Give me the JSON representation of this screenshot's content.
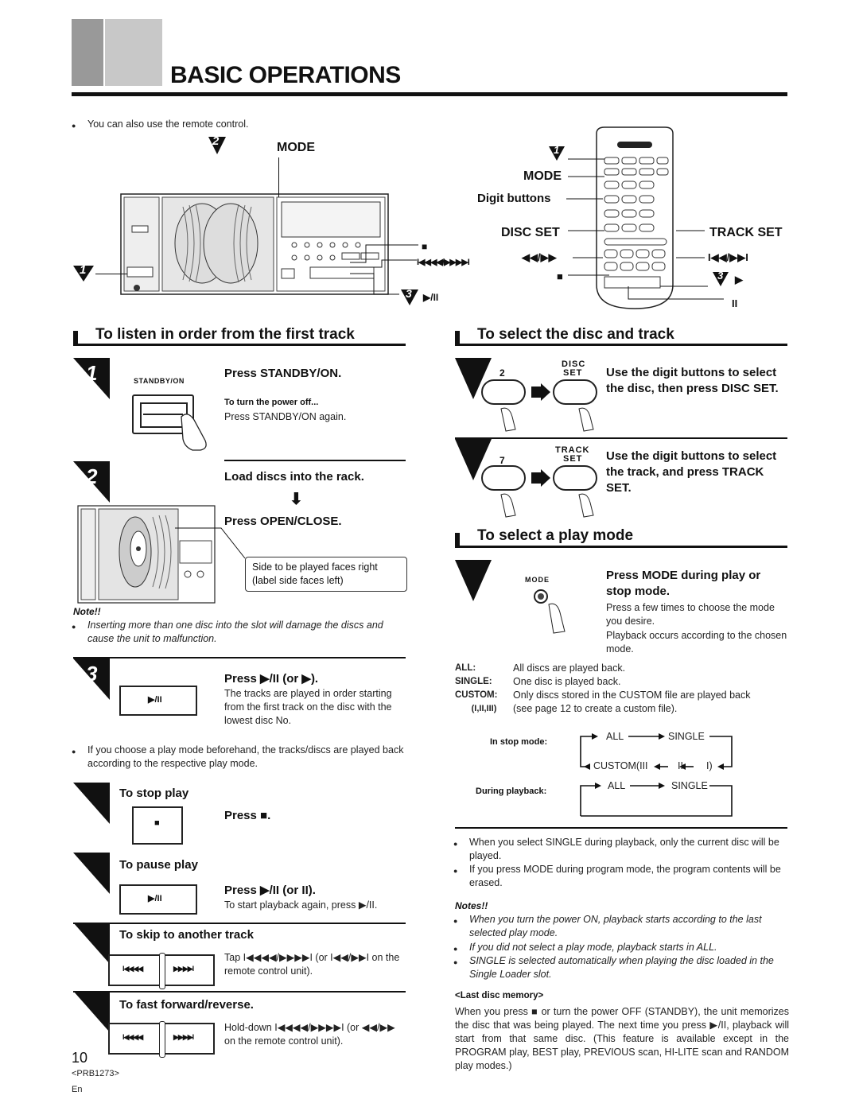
{
  "header": {
    "title": "BASIC OPERATIONS"
  },
  "intro": {
    "remote_note": "You can also use the remote control."
  },
  "device_callouts": {
    "mode_step": "2",
    "mode_label": "MODE",
    "standby_step": "1",
    "stop_symbol": "■",
    "skip_symbol": "I◀◀◀◀/▶▶▶▶I",
    "play_step": "3",
    "play_symbol": "▶/II"
  },
  "remote_callouts": {
    "step1": "1",
    "mode": "MODE",
    "digit_buttons": "Digit buttons",
    "disc_set": "DISC SET",
    "track_set": "TRACK SET",
    "ff_rev": "◀◀/▶▶",
    "skip": "I◀◀/▶▶I",
    "stop": "■",
    "step3": "3",
    "play": "▶",
    "pause": "II"
  },
  "section_listen": {
    "title": "To listen in order from the first track",
    "step1": {
      "num": "1",
      "button_caption": "STANDBY/ON",
      "instruction": "Press STANDBY/ON.",
      "sub_head": "To turn the power off...",
      "sub_text": "Press STANDBY/ON again."
    },
    "step2": {
      "num": "2",
      "instruction1": "Load discs into the rack.",
      "instruction2": "Press OPEN/CLOSE.",
      "callout": "Side to be played faces right (label side faces left)"
    },
    "note": {
      "head": "Note!!",
      "text": "Inserting more than one disc into the slot will damage the discs and cause the unit to malfunction."
    },
    "step3": {
      "num": "3",
      "button": "▶/II",
      "instruction": "Press ▶/II (or ▶).",
      "text": "The tracks are played in order starting from the first track on the disc with the lowest disc No."
    },
    "play_mode_note": "If you choose a play mode beforehand, the tracks/discs are played back according to the respective play mode."
  },
  "sub_ops": {
    "stop": {
      "title": "To stop play",
      "button": "■",
      "instruction": "Press ■."
    },
    "pause": {
      "title": "To pause play",
      "button": "▶/II",
      "instruction": "Press ▶/II (or II).",
      "text": "To start playback again, press ▶/II."
    },
    "skip": {
      "title": "To skip to another track",
      "btn_left": "I◀◀◀◀",
      "btn_right": "▶▶▶▶I",
      "text": "Tap I◀◀◀◀/▶▶▶▶I (or I◀◀/▶▶I on the remote control unit)."
    },
    "fast": {
      "title": "To fast forward/reverse.",
      "btn_left": "I◀◀◀◀",
      "btn_right": "▶▶▶▶I",
      "text": "Hold-down I◀◀◀◀/▶▶▶▶I (or ◀◀/▶▶ on the remote control unit)."
    }
  },
  "section_select": {
    "title": "To select the disc and track",
    "disc": {
      "digit": "2",
      "set_label_top": "DISC",
      "set_label_bottom": "SET",
      "text": "Use the digit buttons to select the disc, then press DISC SET."
    },
    "track": {
      "digit": "7",
      "set_label_top": "TRACK",
      "set_label_bottom": "SET",
      "text": "Use the digit buttons to select the track, and press TRACK SET."
    }
  },
  "section_mode": {
    "title": "To select a play mode",
    "button_caption": "MODE",
    "instruction": "Press MODE during play or stop mode.",
    "text1": "Press a few times to choose the mode you desire.",
    "text2": "Playback occurs according to the chosen mode.",
    "modes": [
      {
        "key": "ALL:",
        "desc": "All discs are played back."
      },
      {
        "key": "SINGLE:",
        "desc": "One disc is played back."
      },
      {
        "key": "CUSTOM:",
        "desc": "Only discs stored in the CUSTOM file are played back"
      },
      {
        "key": "(I,II,III)",
        "desc": "(see page 12 to create a custom file)."
      }
    ],
    "flow_stop_label": "In stop mode:",
    "flow_play_label": "During playback:",
    "flow_all": "ALL",
    "flow_single": "SINGLE",
    "flow_custom": "CUSTOM(III",
    "flow_ii": "II",
    "flow_i": "I)",
    "bullet1": "When you select SINGLE during playback, only the current disc will be played.",
    "bullet2": "If you press MODE during program mode, the program contents will be erased.",
    "notes_head": "Notes!!",
    "note1": "When you turn the power ON, playback starts according to the last selected play mode.",
    "note2": "If you did not select a play mode, playback starts in ALL.",
    "note3": "SINGLE is selected automatically when playing the disc loaded in the Single Loader slot.",
    "memory_head": "<Last disc memory>",
    "memory_text": "When you press ■ or turn the power OFF (STANDBY), the unit memorizes the disc that was being played. The next time you press ▶/II, playback will start from that same disc. (This feature is available except in the PROGRAM play, BEST play, PREVIOUS scan, HI-LITE scan and RANDOM play modes.)"
  },
  "footer": {
    "page": "10",
    "code": "<PRB1273>",
    "lang": "En"
  }
}
